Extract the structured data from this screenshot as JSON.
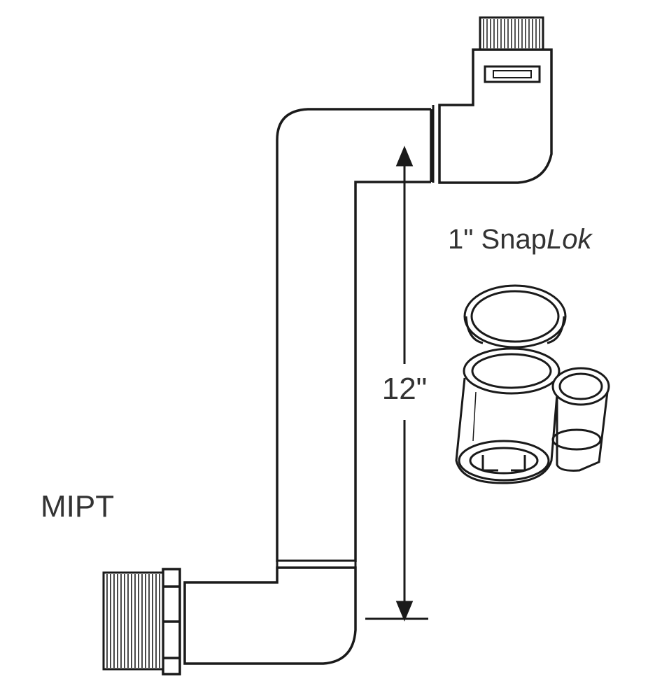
{
  "labels": {
    "fitting_prefix": "1\" Snap",
    "fitting_suffix": "Lok",
    "dimension": "12\"",
    "thread_type": "MIPT"
  },
  "colors": {
    "stroke": "#1a1a1a",
    "text": "#333333",
    "background": "#ffffff"
  }
}
